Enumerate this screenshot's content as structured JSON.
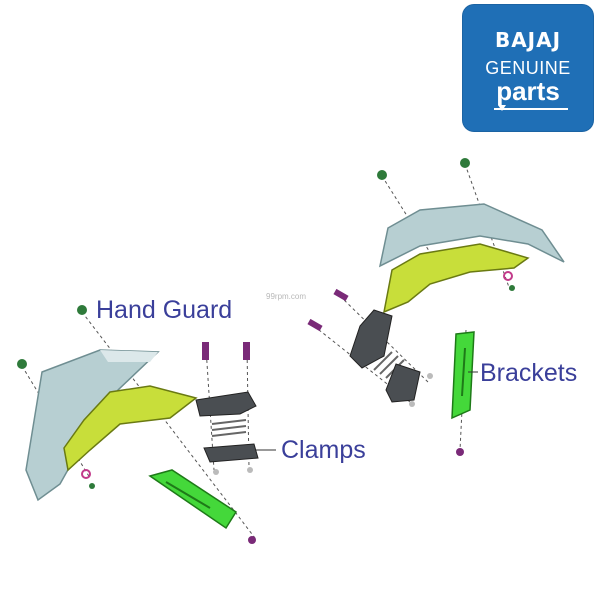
{
  "logo": {
    "brand": "BAJAJ",
    "line1": "GENUINE",
    "line2": "parts"
  },
  "labels": {
    "hand_guard": "Hand Guard",
    "clamps": "Clamps",
    "brackets": "Brackets"
  },
  "watermark": "99rpm.com",
  "colors": {
    "logo_bg": "#1f6fb6",
    "label_text": "#3a3f9a",
    "guard_shell": "#b7cfd2",
    "guard_inner": "#c8de3a",
    "bracket": "#44d83a",
    "clamp": "#4a4e52",
    "screw_green": "#2e7a3a",
    "screw_purple": "#7a2a78"
  }
}
